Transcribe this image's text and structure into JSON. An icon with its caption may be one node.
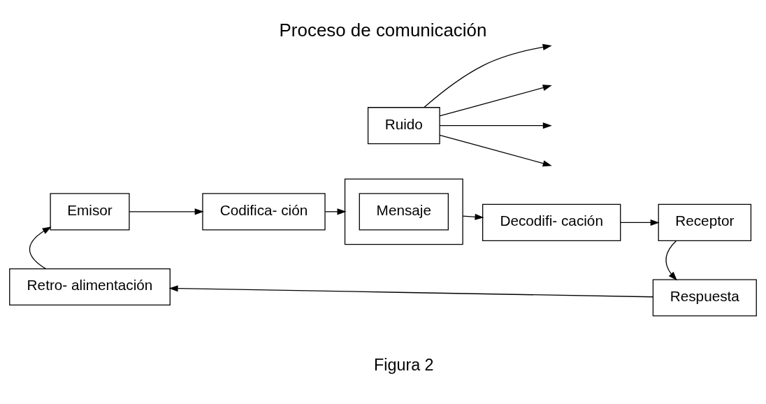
{
  "diagram": {
    "title": "Proceso de comunicación",
    "nodes": [
      {
        "text": [
          "Emisor"
        ]
      },
      {
        "text": [
          "Codifica- ción"
        ]
      },
      {
        "text": [],
        "shape": "box"
      },
      {
        "text": [
          "Mensaje"
        ],
        "in": 2
      },
      {
        "text": [
          "Decodifi- cación"
        ]
      },
      {
        "text": [
          "Receptor"
        ]
      },
      {
        "text": [
          "Ruido"
        ]
      },
      {
        "text": [
          "Retro- alimentación"
        ]
      },
      {
        "text": [
          "Respuesta"
        ]
      }
    ],
    "edges": [
      {
        "from": 0,
        "to": 1,
        "arrow": "to"
      },
      {
        "from": 1,
        "to": 2,
        "arrow": "to"
      },
      {
        "from": 2,
        "to": 4,
        "arrow": "to"
      },
      {
        "from": 4,
        "to": 5,
        "arrow": "to"
      },
      {
        "from": 5,
        "to": 8,
        "arrow": "to"
      },
      {
        "from": 8,
        "to": 7,
        "arrow": "to"
      },
      {
        "from": 7,
        "to": 0,
        "arrow": "to"
      },
      {
        "from": 6,
        "to": null,
        "arrow": "to"
      },
      {
        "from": 6,
        "to": null,
        "arrow": "to"
      },
      {
        "from": 6,
        "to": null,
        "arrow": "to"
      },
      {
        "from": 6,
        "to": null,
        "arrow": "to"
      }
    ],
    "labels": [
      "Figura 2"
    ]
  }
}
